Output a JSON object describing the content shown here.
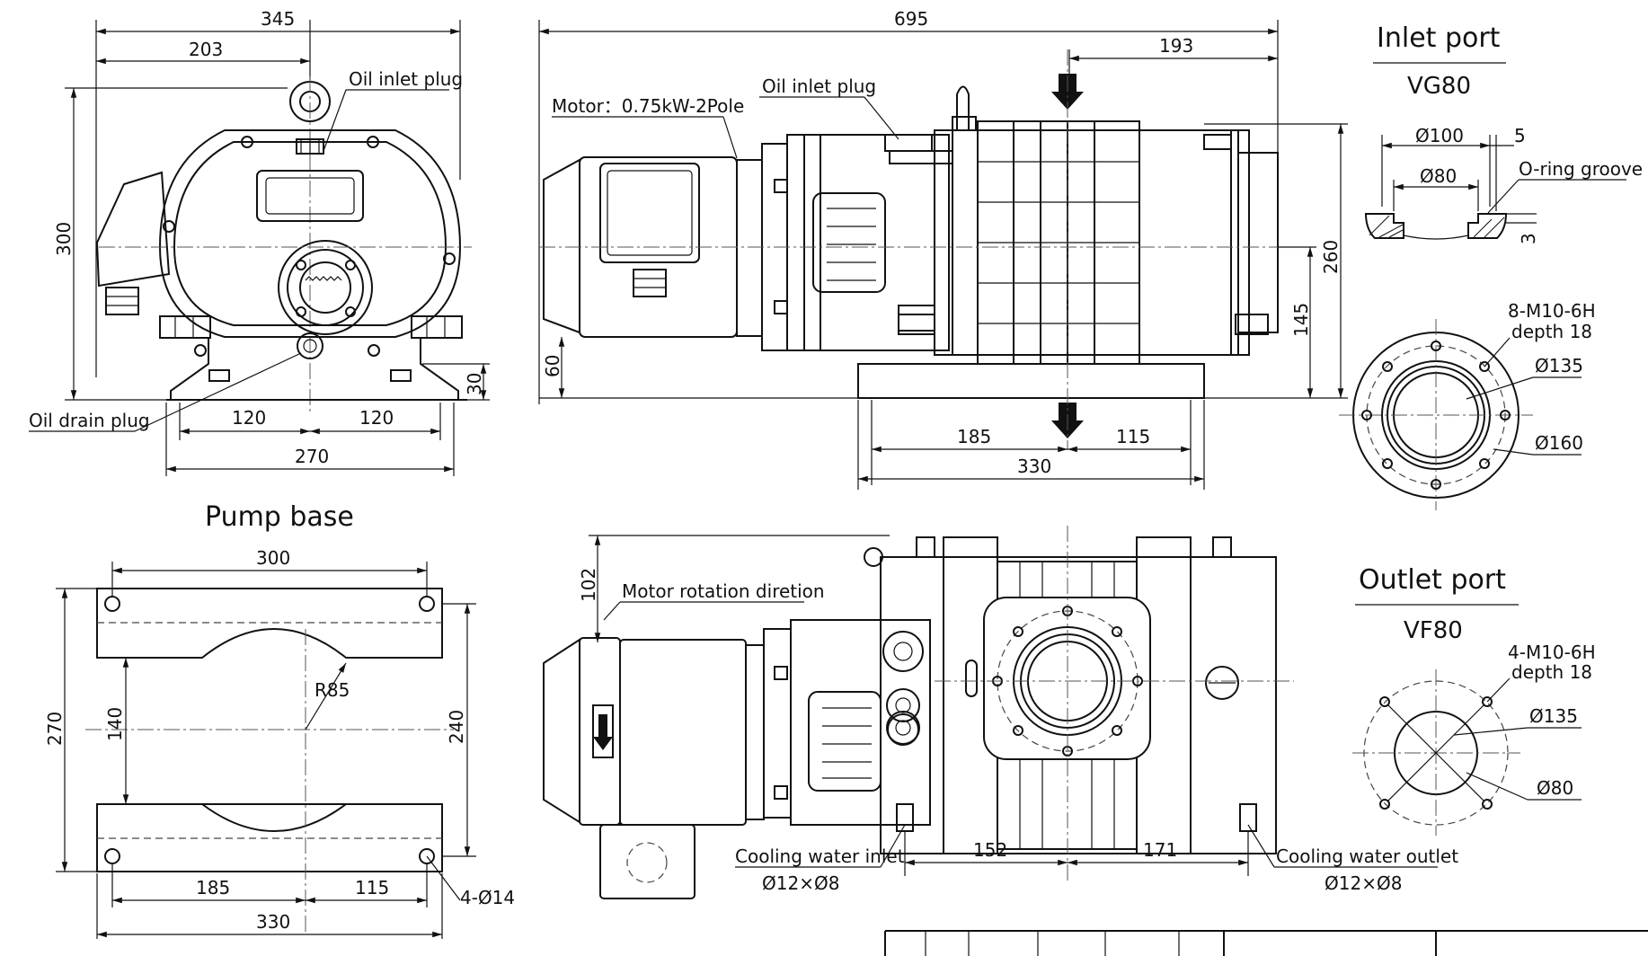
{
  "front_view": {
    "dim_overall_width": "345",
    "dim_offset": "203",
    "dim_height": "300",
    "dim_base_height": "30",
    "dim_half_left": "120",
    "dim_half_right": "120",
    "dim_base_width": "270",
    "label_oil_inlet": "Oil inlet plug",
    "label_oil_drain": "Oil drain plug"
  },
  "side_view": {
    "dim_length": "695",
    "dim_port_offset": "193",
    "dim_height": "260",
    "dim_axis": "145",
    "dim_motor_base": "60",
    "dim_base_left": "185",
    "dim_base_right": "115",
    "dim_base_length": "330",
    "label_motor": "Motor：0.75kW-2Pole",
    "label_oil_inlet": "Oil inlet plug"
  },
  "inlet_port": {
    "title": "Inlet port",
    "standard": "VG80",
    "dim_groove_outer": "Ø100",
    "dim_groove_width": "5",
    "dim_bore": "Ø80",
    "label_groove": "O-ring groove",
    "dim_groove_depth": "3",
    "thread": "8-M10-6H",
    "thread_depth": "depth 18",
    "dim_bolt_circle": "Ø135",
    "dim_flange": "Ø160"
  },
  "pump_base": {
    "title": "Pump base",
    "dim_hole_span": "300",
    "dim_radius": "R85",
    "dim_total_depth": "270",
    "dim_inner": "140",
    "dim_hole_depth": "240",
    "dim_left": "185",
    "dim_right": "115",
    "dim_total_length": "330",
    "holes": "4-Ø14"
  },
  "top_view": {
    "dim_motor_offset": "102",
    "label_rotation": "Motor rotation diretion",
    "label_water_inlet": "Cooling water inlet",
    "water_inlet_size": "Ø12×Ø8",
    "dim_left": "152",
    "dim_right": "171",
    "label_water_outlet": "Cooling water outlet",
    "water_outlet_size": "Ø12×Ø8"
  },
  "outlet_port": {
    "title": "Outlet port",
    "standard": "VF80",
    "thread": "4-M10-6H",
    "thread_depth": "depth 18",
    "dim_bolt_circle": "Ø135",
    "dim_bore": "Ø80"
  }
}
